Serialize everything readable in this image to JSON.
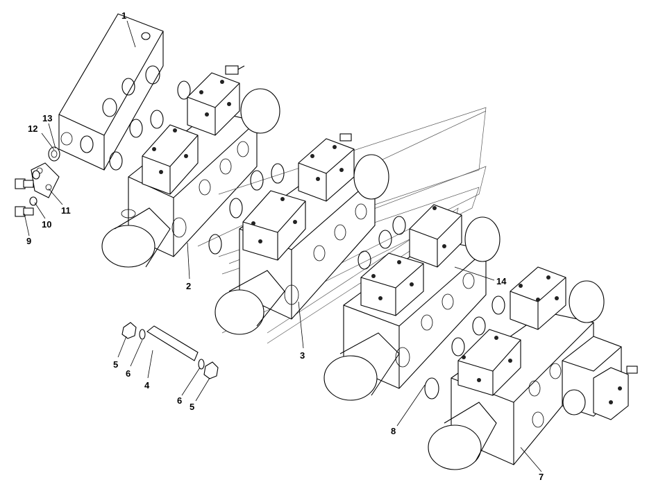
{
  "diagram": {
    "labels": [
      {
        "id": "1",
        "text": "1"
      },
      {
        "id": "2",
        "text": "2"
      },
      {
        "id": "3",
        "text": "3"
      },
      {
        "id": "4",
        "text": "4"
      },
      {
        "id": "5a",
        "text": "5"
      },
      {
        "id": "5b",
        "text": "5"
      },
      {
        "id": "6a",
        "text": "6"
      },
      {
        "id": "6b",
        "text": "6"
      },
      {
        "id": "7",
        "text": "7"
      },
      {
        "id": "8",
        "text": "8"
      },
      {
        "id": "9",
        "text": "9"
      },
      {
        "id": "10",
        "text": "10"
      },
      {
        "id": "11",
        "text": "11"
      },
      {
        "id": "12",
        "text": "12"
      },
      {
        "id": "13",
        "text": "13"
      },
      {
        "id": "14",
        "text": "14"
      }
    ]
  }
}
